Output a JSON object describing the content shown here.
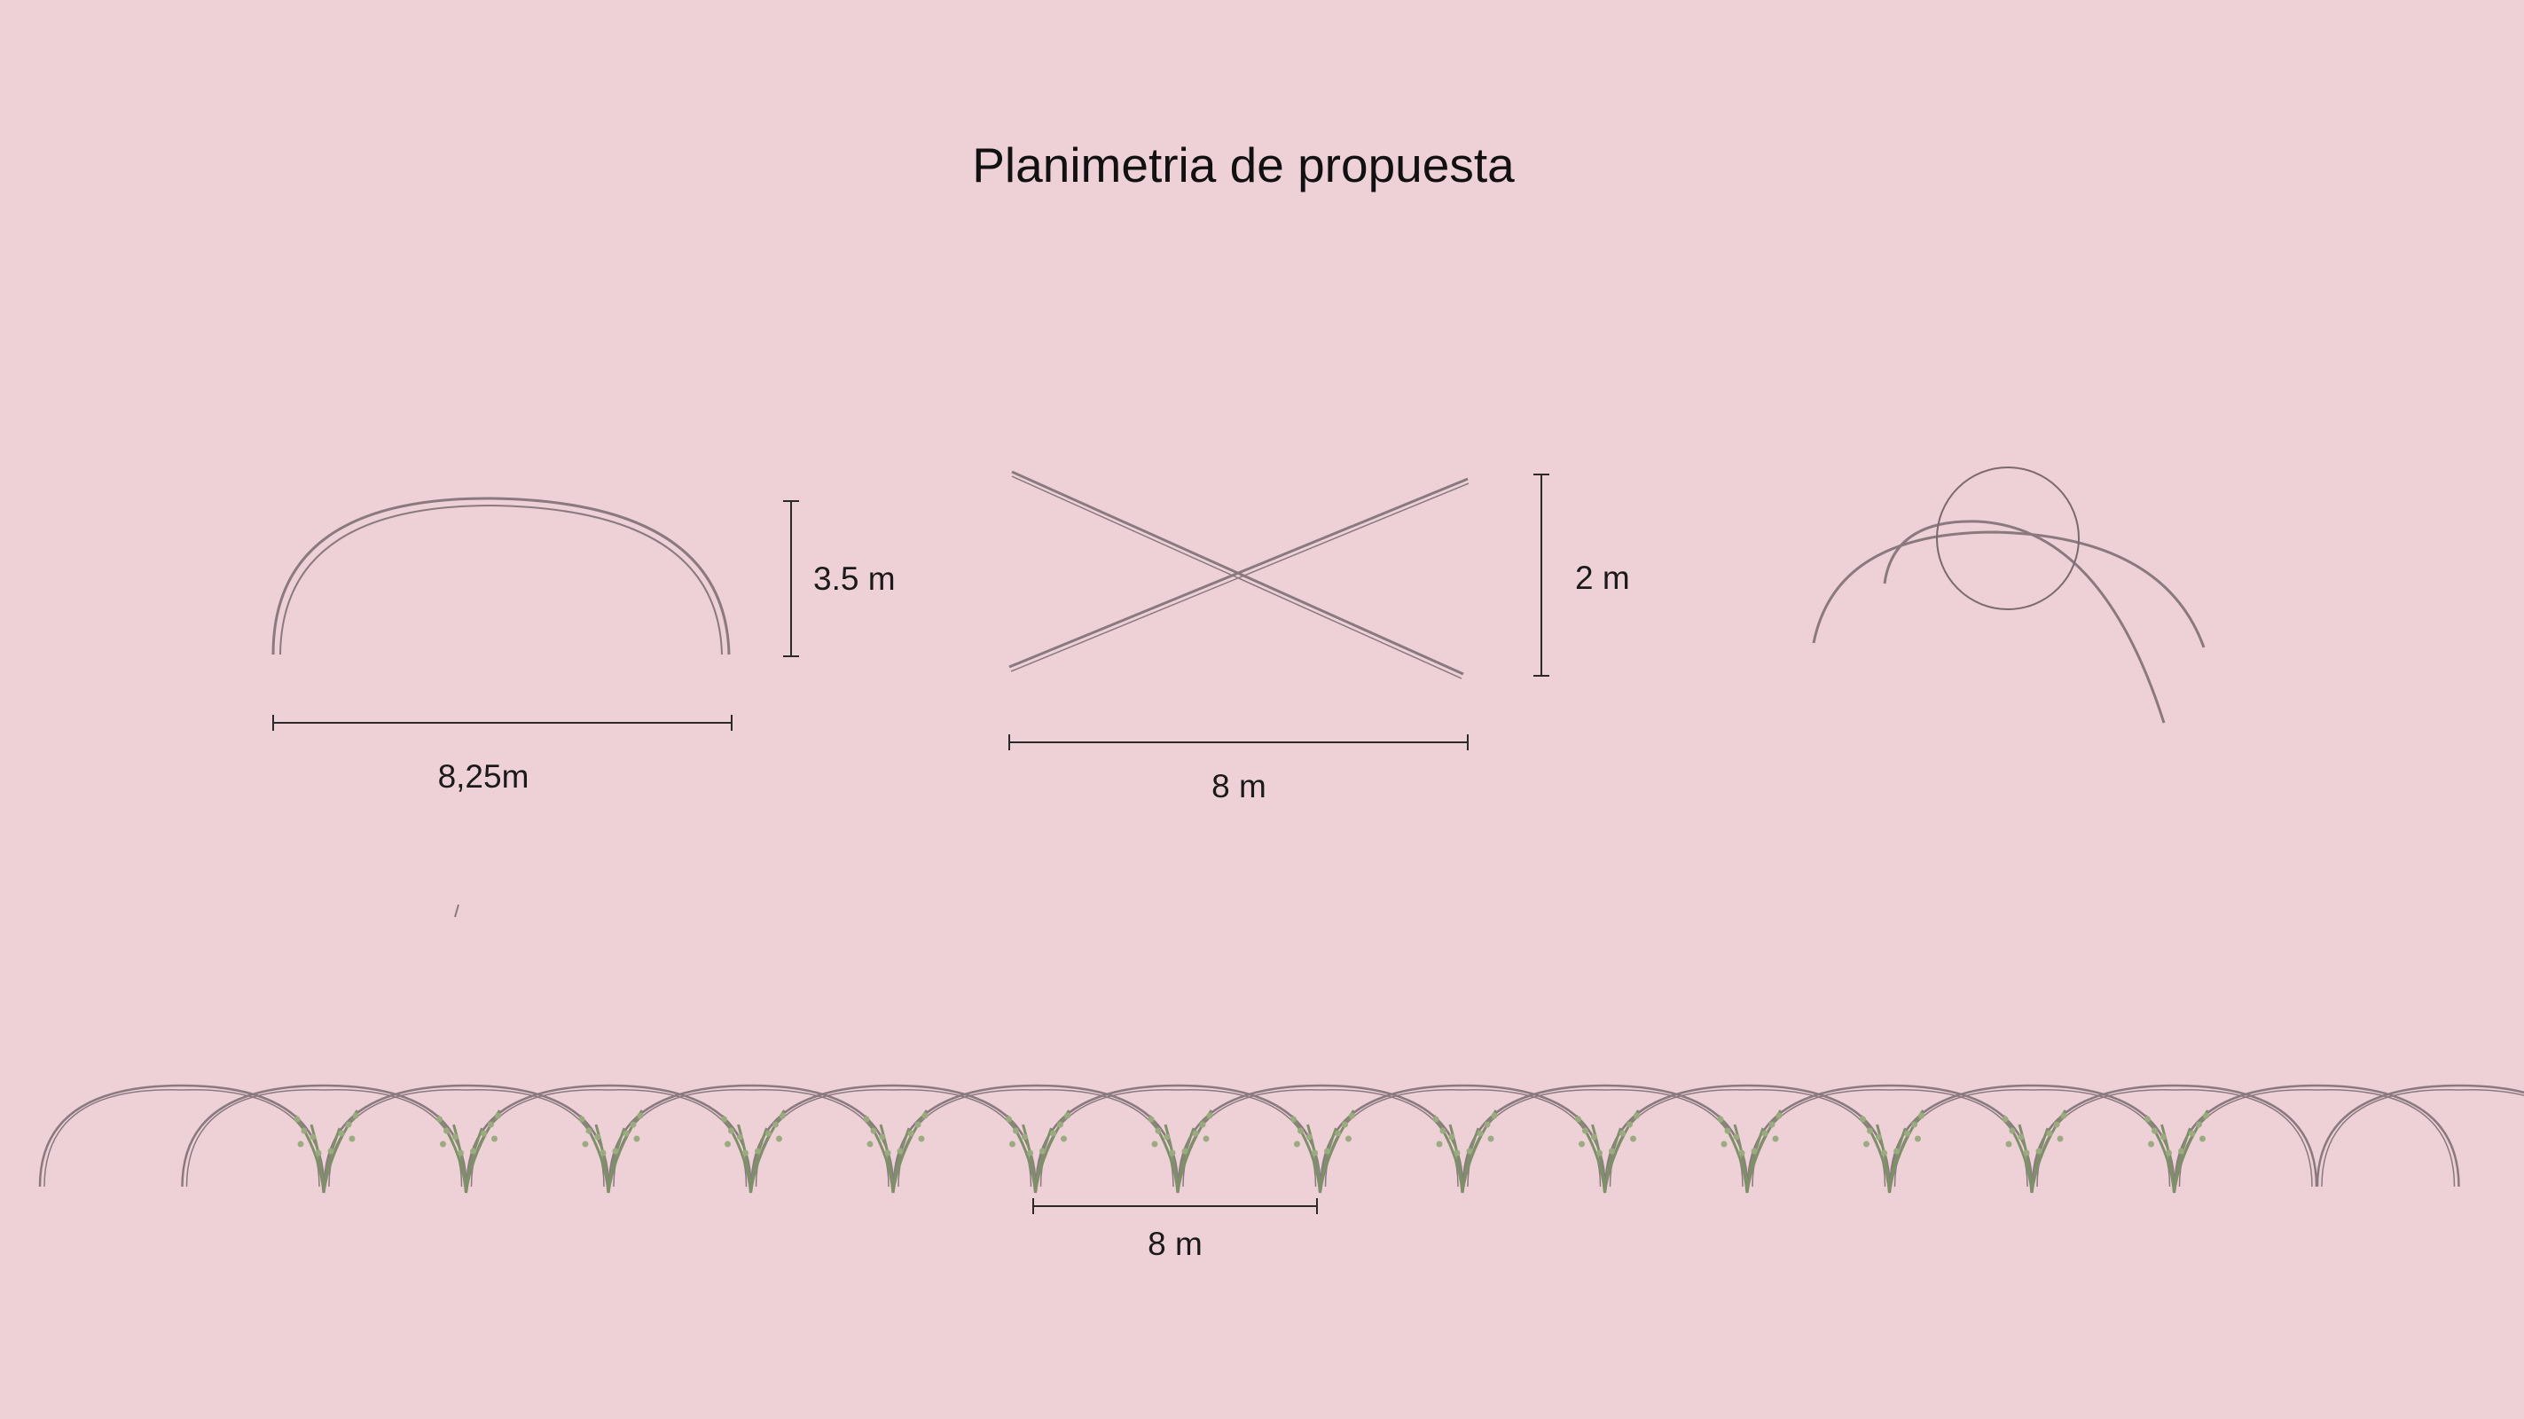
{
  "title": "Planimetria de propuesta",
  "colors": {
    "background": "#eed1d6",
    "arch_stroke": "#8a7a80",
    "dimension_line": "#2a2a2a",
    "plant_stem": "#7f8f6a",
    "plant_leaf": "#9bab80"
  },
  "diagram_1": {
    "width_label": "8,25m",
    "height_label": "3.5 m"
  },
  "diagram_2": {
    "width_label": "8 m",
    "height_label": "2 m"
  },
  "row": {
    "spacing_label": "8 m",
    "plant_count": 14,
    "arch_count": 17
  }
}
